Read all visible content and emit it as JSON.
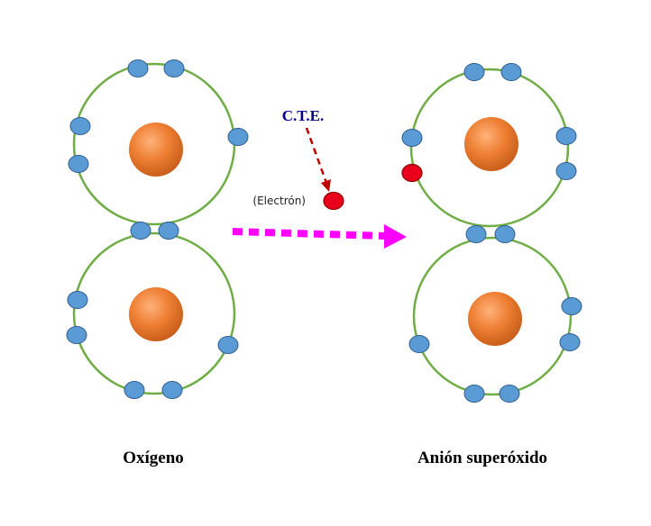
{
  "colors": {
    "orbit": "#70ad47",
    "nucleus": "#ed7d31",
    "electron": "#5b9bd5",
    "electron_stroke": "#2f5f8f",
    "extra_electron": "#e8001c",
    "big_arrow": "#ff00ff",
    "cte_arrow": "#c00000",
    "cte_text": "#00008b"
  },
  "labels": {
    "left_molecule": "Oxígeno",
    "right_molecule": "Anión superóxido",
    "cte": "C.T.E.",
    "electron": "(Electrón)"
  },
  "icons": {
    "nucleus": "orange-sphere",
    "electron": "blue-ellipse",
    "extra_electron": "red-ellipse",
    "transfer_arrow": "dotted-arrow"
  }
}
